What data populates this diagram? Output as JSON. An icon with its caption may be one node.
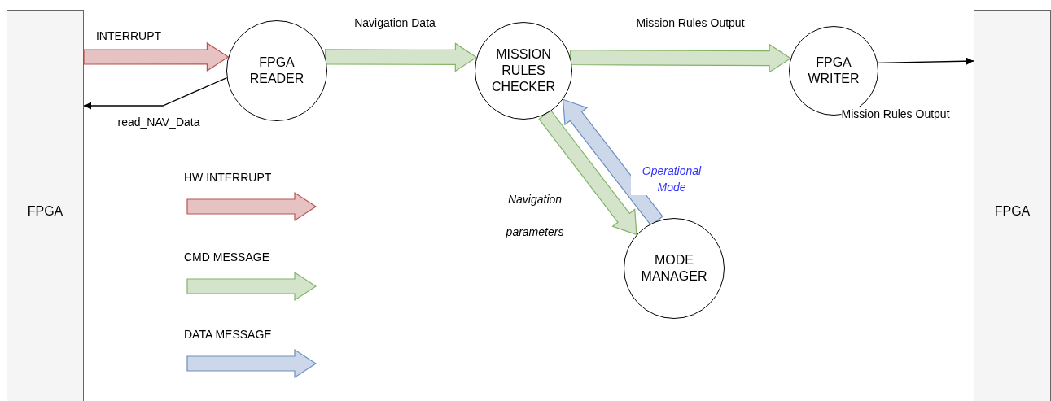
{
  "diagram": {
    "nodes": [
      {
        "text": [
          "FPGA"
        ]
      },
      {
        "text": [
          "FPGA READER"
        ]
      },
      {
        "text": [
          "MISSION RULES CHECKER"
        ]
      },
      {
        "text": [
          "FPGA WRITER"
        ]
      },
      {
        "text": [
          "MODE MANAGER"
        ]
      },
      {
        "text": [
          "FPGA"
        ]
      }
    ],
    "edges": [
      {
        "from": 0,
        "to": 1,
        "arrow": "to",
        "label": "INTERRUPT",
        "style": "thick",
        "color": "#b85450"
      },
      {
        "from": 1,
        "to": 0,
        "arrow": "to",
        "label": "read_NAV_Data",
        "color": "#000000"
      },
      {
        "from": 1,
        "to": 2,
        "arrow": "to",
        "label": "Navigation Data",
        "style": "thick"
      },
      {
        "from": 2,
        "to": 3,
        "arrow": "to",
        "label": "Mission Rules Output",
        "style": "thick"
      },
      {
        "from": 3,
        "to": 5,
        "arrow": "to",
        "label": "Mission Rules Output",
        "color": "#000000"
      },
      {
        "from": 2,
        "to": 4,
        "arrow": "to",
        "label": "Navigation parameters",
        "style": "thick"
      },
      {
        "from": 4,
        "to": 2,
        "arrow": "to",
        "label": "Operational Mode",
        "style": "thick",
        "color": "#6c8ebf"
      }
    ],
    "legend": [
      {
        "text": "HW INTERRUPT"
      },
      {
        "text": "CMD MESSAGE"
      },
      {
        "text": "DATA MESSAGE"
      }
    ]
  }
}
